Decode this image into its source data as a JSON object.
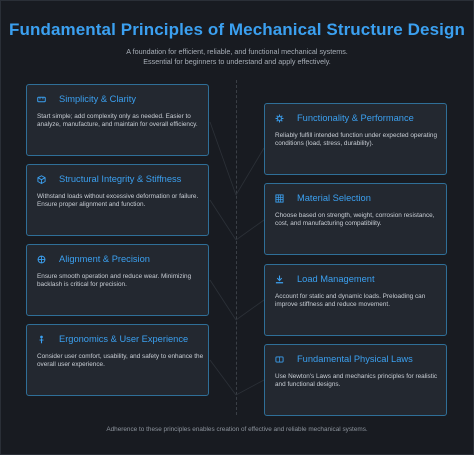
{
  "header": {
    "title": "Fundamental Principles of Mechanical Structure Design",
    "subtitle_line1": "A foundation for efficient, reliable, and functional mechanical systems.",
    "subtitle_line2": "Essential for beginners to understand and apply effectively."
  },
  "left_cards": [
    {
      "icon": "ruler-icon",
      "title": "Simplicity & Clarity",
      "desc": "Start simple; add complexity only as needed. Easier to analyze, manufacture, and maintain for overall efficiency."
    },
    {
      "icon": "cube-icon",
      "title": "Structural Integrity & Stiffness",
      "desc": "Withstand loads without excessive deformation or failure. Ensure proper alignment and function."
    },
    {
      "icon": "crosshair-icon",
      "title": "Alignment & Precision",
      "desc": "Ensure smooth operation and reduce wear. Minimizing backlash is critical for precision."
    },
    {
      "icon": "person-icon",
      "title": "Ergonomics & User Experience",
      "desc": "Consider user comfort, usability, and safety to enhance the overall user experience."
    }
  ],
  "right_cards": [
    {
      "icon": "gear-icon",
      "title": "Functionality & Performance",
      "desc": "Reliably fulfill intended function under expected operating conditions (load, stress, durability)."
    },
    {
      "icon": "grid-icon",
      "title": "Material Selection",
      "desc": "Choose based on strength, weight, corrosion resistance, cost, and manufacturing compatibility."
    },
    {
      "icon": "weight-icon",
      "title": "Load Management",
      "desc": "Account for static and dynamic loads. Preloading can improve stiffness and reduce movement."
    },
    {
      "icon": "book-icon",
      "title": "Fundamental Physical Laws",
      "desc": "Use Newton's Laws and mechanics principles for realistic and functional designs."
    }
  ],
  "footer": {
    "text": "Adherence to these principles enables creation of effective and reliable mechanical systems."
  },
  "colors": {
    "accent": "#3ba0f0",
    "card_border": "#2f6f98",
    "card_bg": "#232830",
    "background": "#181b21"
  }
}
